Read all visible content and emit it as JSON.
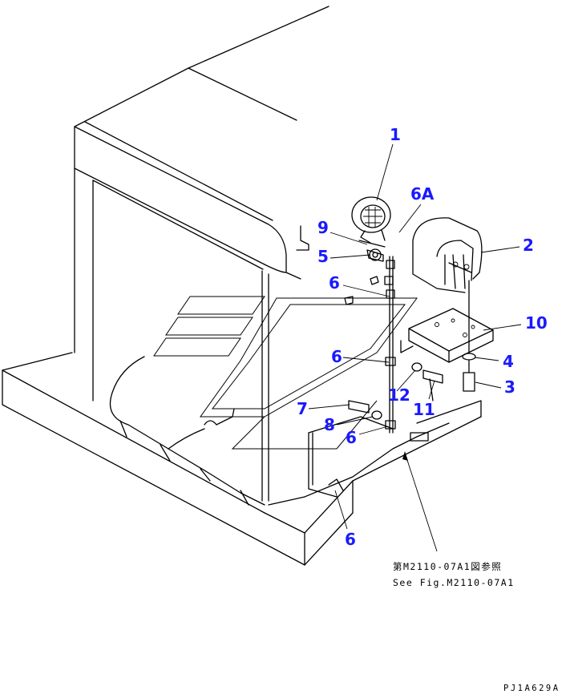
{
  "callouts": {
    "c1": "1",
    "c6a": "6A",
    "c2": "2",
    "c9": "9",
    "c5": "5",
    "c6_top": "6",
    "c10": "10",
    "c6_mid": "6",
    "c4": "4",
    "c12": "12",
    "c3": "3",
    "c7": "7",
    "c11": "11",
    "c8": "8",
    "c6_low": "6",
    "c6_bottom": "6"
  },
  "reference_note": {
    "japanese": "第M2110-07A1図参照",
    "english": "See Fig.M2110-07A1"
  },
  "drawing_code": "PJ1A629A",
  "colors": {
    "callout": "#1a1aff",
    "line": "#000000",
    "background": "#ffffff"
  }
}
